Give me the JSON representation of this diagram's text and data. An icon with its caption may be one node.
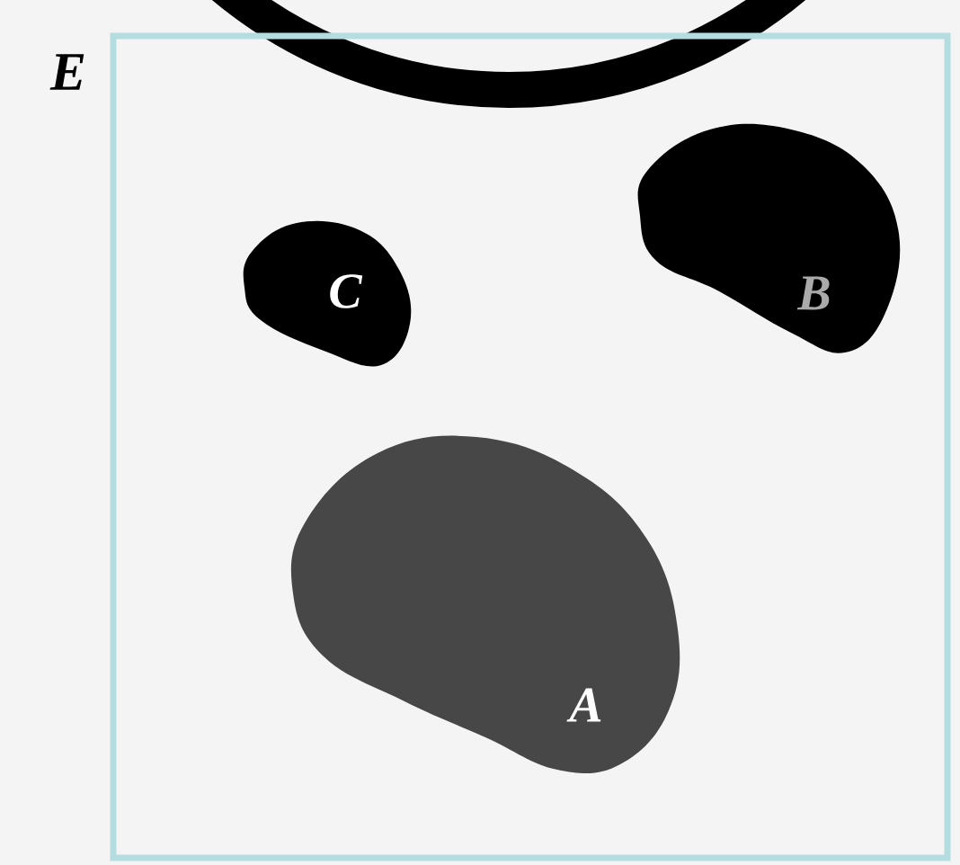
{
  "diagram": {
    "nodes": [
      {
        "text": [],
        "shape": "circle"
      },
      {
        "text": [
          "E"
        ]
      },
      {
        "text": [
          "C"
        ],
        "in": 1
      },
      {
        "text": [
          "B"
        ],
        "in": 1
      },
      {
        "text": [
          "A"
        ],
        "in": 1
      }
    ]
  }
}
